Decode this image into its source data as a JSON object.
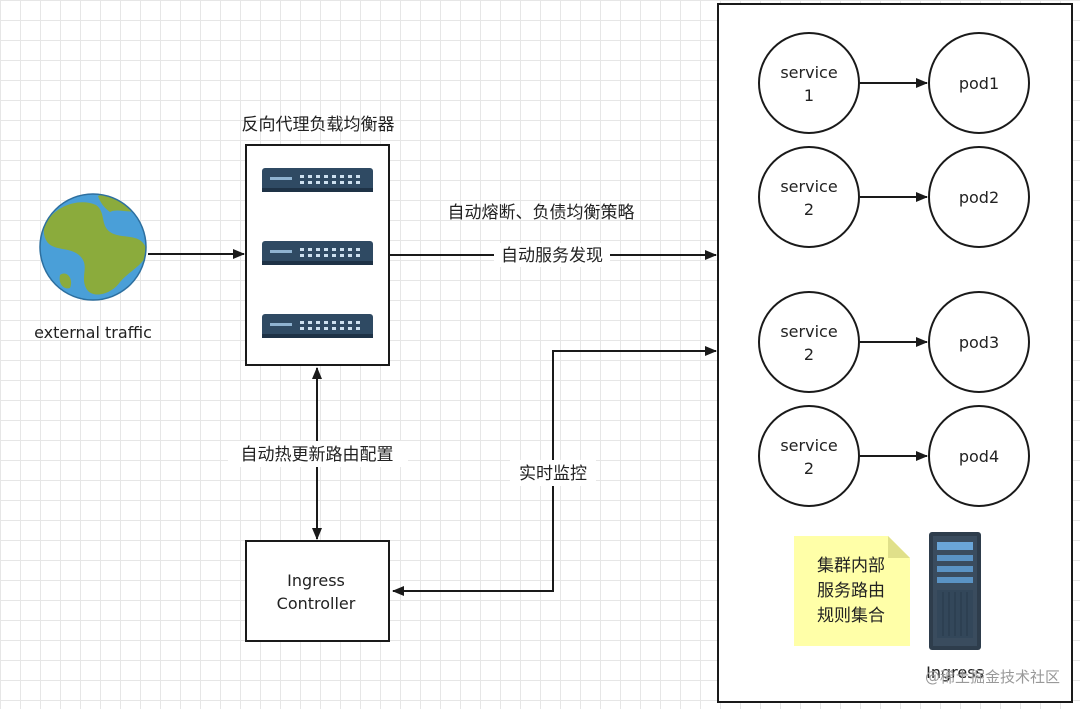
{
  "globe": {
    "label": "external traffic",
    "icon": "globe-icon"
  },
  "load_balancer": {
    "title": "反向代理负载均衡器",
    "icon": "network-switch-icon"
  },
  "edges": {
    "lb_to_cluster_top": "自动熔断、负债均衡策略",
    "lb_to_cluster_bottom": "自动服务发现",
    "hot_update": "自动热更新路由配置",
    "monitor": "实时监控"
  },
  "controller": {
    "line1": "Ingress",
    "line2": "Controller"
  },
  "services": [
    {
      "line1": "service",
      "line2": "1",
      "pod": "pod1"
    },
    {
      "line1": "service",
      "line2": "2",
      "pod": "pod2"
    },
    {
      "line1": "service",
      "line2": "2",
      "pod": "pod3"
    },
    {
      "line1": "service",
      "line2": "2",
      "pod": "pod4"
    }
  ],
  "note": {
    "line1": "集群内部",
    "line2": "服务路由",
    "line3": "规则集合"
  },
  "ingress": {
    "label": "Ingress",
    "icon": "server-rack-icon"
  },
  "watermark": "@稀土掘金技术社区"
}
